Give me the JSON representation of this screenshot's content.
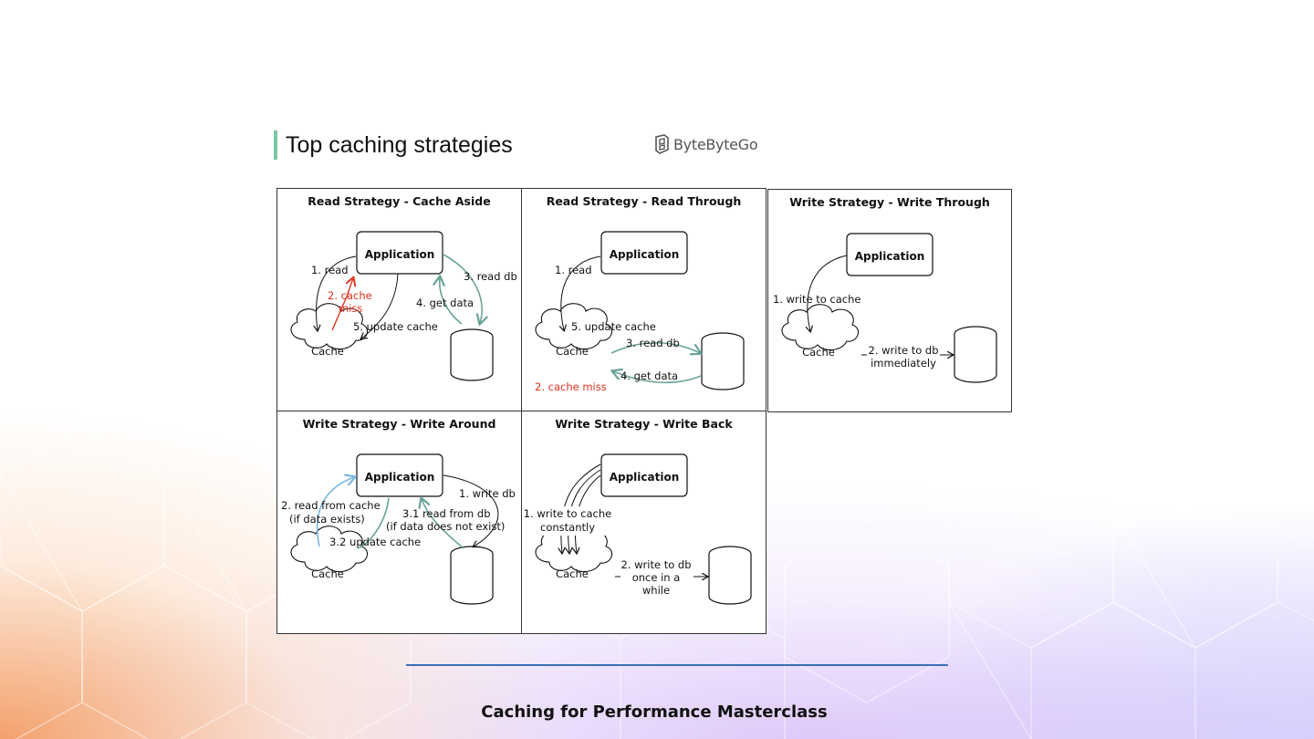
{
  "slide": {
    "title": "Top caching strategies",
    "brand": "ByteByteGo",
    "footer": "Caching for Performance Masterclass"
  },
  "colors": {
    "accent_bar": "#7cc7a6",
    "teal_arrow": "#6aa39a",
    "blue_arrow": "#7ab8e0",
    "red": "#e0321e",
    "footer_line": "#3a6fb5"
  },
  "panels": {
    "cache_aside": {
      "title": "Read Strategy - Cache Aside",
      "app": "Application",
      "cache": "Cache",
      "read": "1. read",
      "miss1": "2. cache",
      "miss2": "miss",
      "read_db": "3. read db",
      "get_data": "4. get data",
      "update": "5. update cache"
    },
    "read_through": {
      "title": "Read Strategy - Read Through",
      "app": "Application",
      "cache": "Cache",
      "read": "1. read",
      "update": "5. update cache",
      "read_db": "3. read db",
      "get_data": "4. get data",
      "miss": "2. cache miss"
    },
    "write_through": {
      "title": "Write Strategy - Write Through",
      "app": "Application",
      "cache": "Cache",
      "write_cache": "1. write to cache",
      "write_db1": "2. write to db",
      "write_db2": "immediately"
    },
    "write_around": {
      "title": "Write Strategy - Write Around",
      "app": "Application",
      "cache": "Cache",
      "write_db": "1. write db",
      "read_cache1": "2. read from cache",
      "read_cache2": "(if data exists)",
      "read_db1": "3.1 read from db",
      "read_db2": "(if data does not exist)",
      "update": "3.2 update cache"
    },
    "write_back": {
      "title": "Write Strategy - Write Back",
      "app": "Application",
      "cache": "Cache",
      "write_cache1": "1. write to cache",
      "write_cache2": "constantly",
      "write_db1": "2. write to db",
      "write_db2": "once in a",
      "write_db3": "while"
    }
  }
}
